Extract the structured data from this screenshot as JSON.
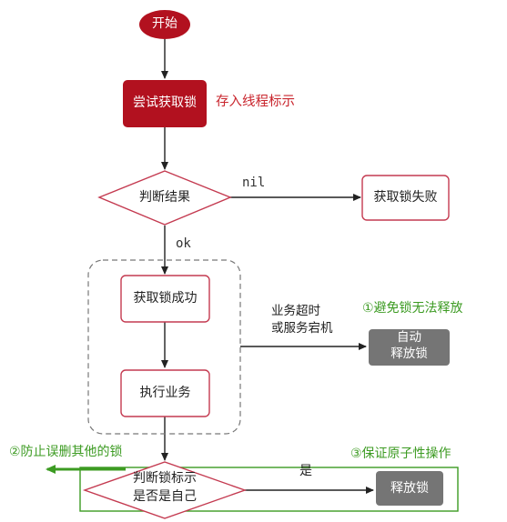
{
  "start": "开始",
  "try_lock": "尝试获取锁",
  "store_thread_id": "存入线程标示",
  "judge_result": "判断结果",
  "nil_label": "nil",
  "lock_failed": "获取锁失败",
  "ok_label": "ok",
  "lock_success": "获取锁成功",
  "business_timeout_line1": "业务超时",
  "business_timeout_line2": "或服务宕机",
  "auto_release_line1": "自动",
  "auto_release_line2": "释放锁",
  "execute_business": "执行业务",
  "note_avoid_deadlock": "①避免锁无法释放",
  "note_prevent_misdelete": "②防止误删其他的锁",
  "note_atomicity": "③保证原子性操作",
  "judge_lock_line1": "判断锁标示",
  "judge_lock_line2": "是否是自己",
  "yes_label": "是",
  "release_lock": "释放锁",
  "colors": {
    "dark_red": "#b2111f",
    "annotation_red": "#c9252d",
    "node_border": "#c43a50",
    "gray_box": "#757575",
    "note_green": "#3c9b22",
    "arrow": "#222222"
  }
}
